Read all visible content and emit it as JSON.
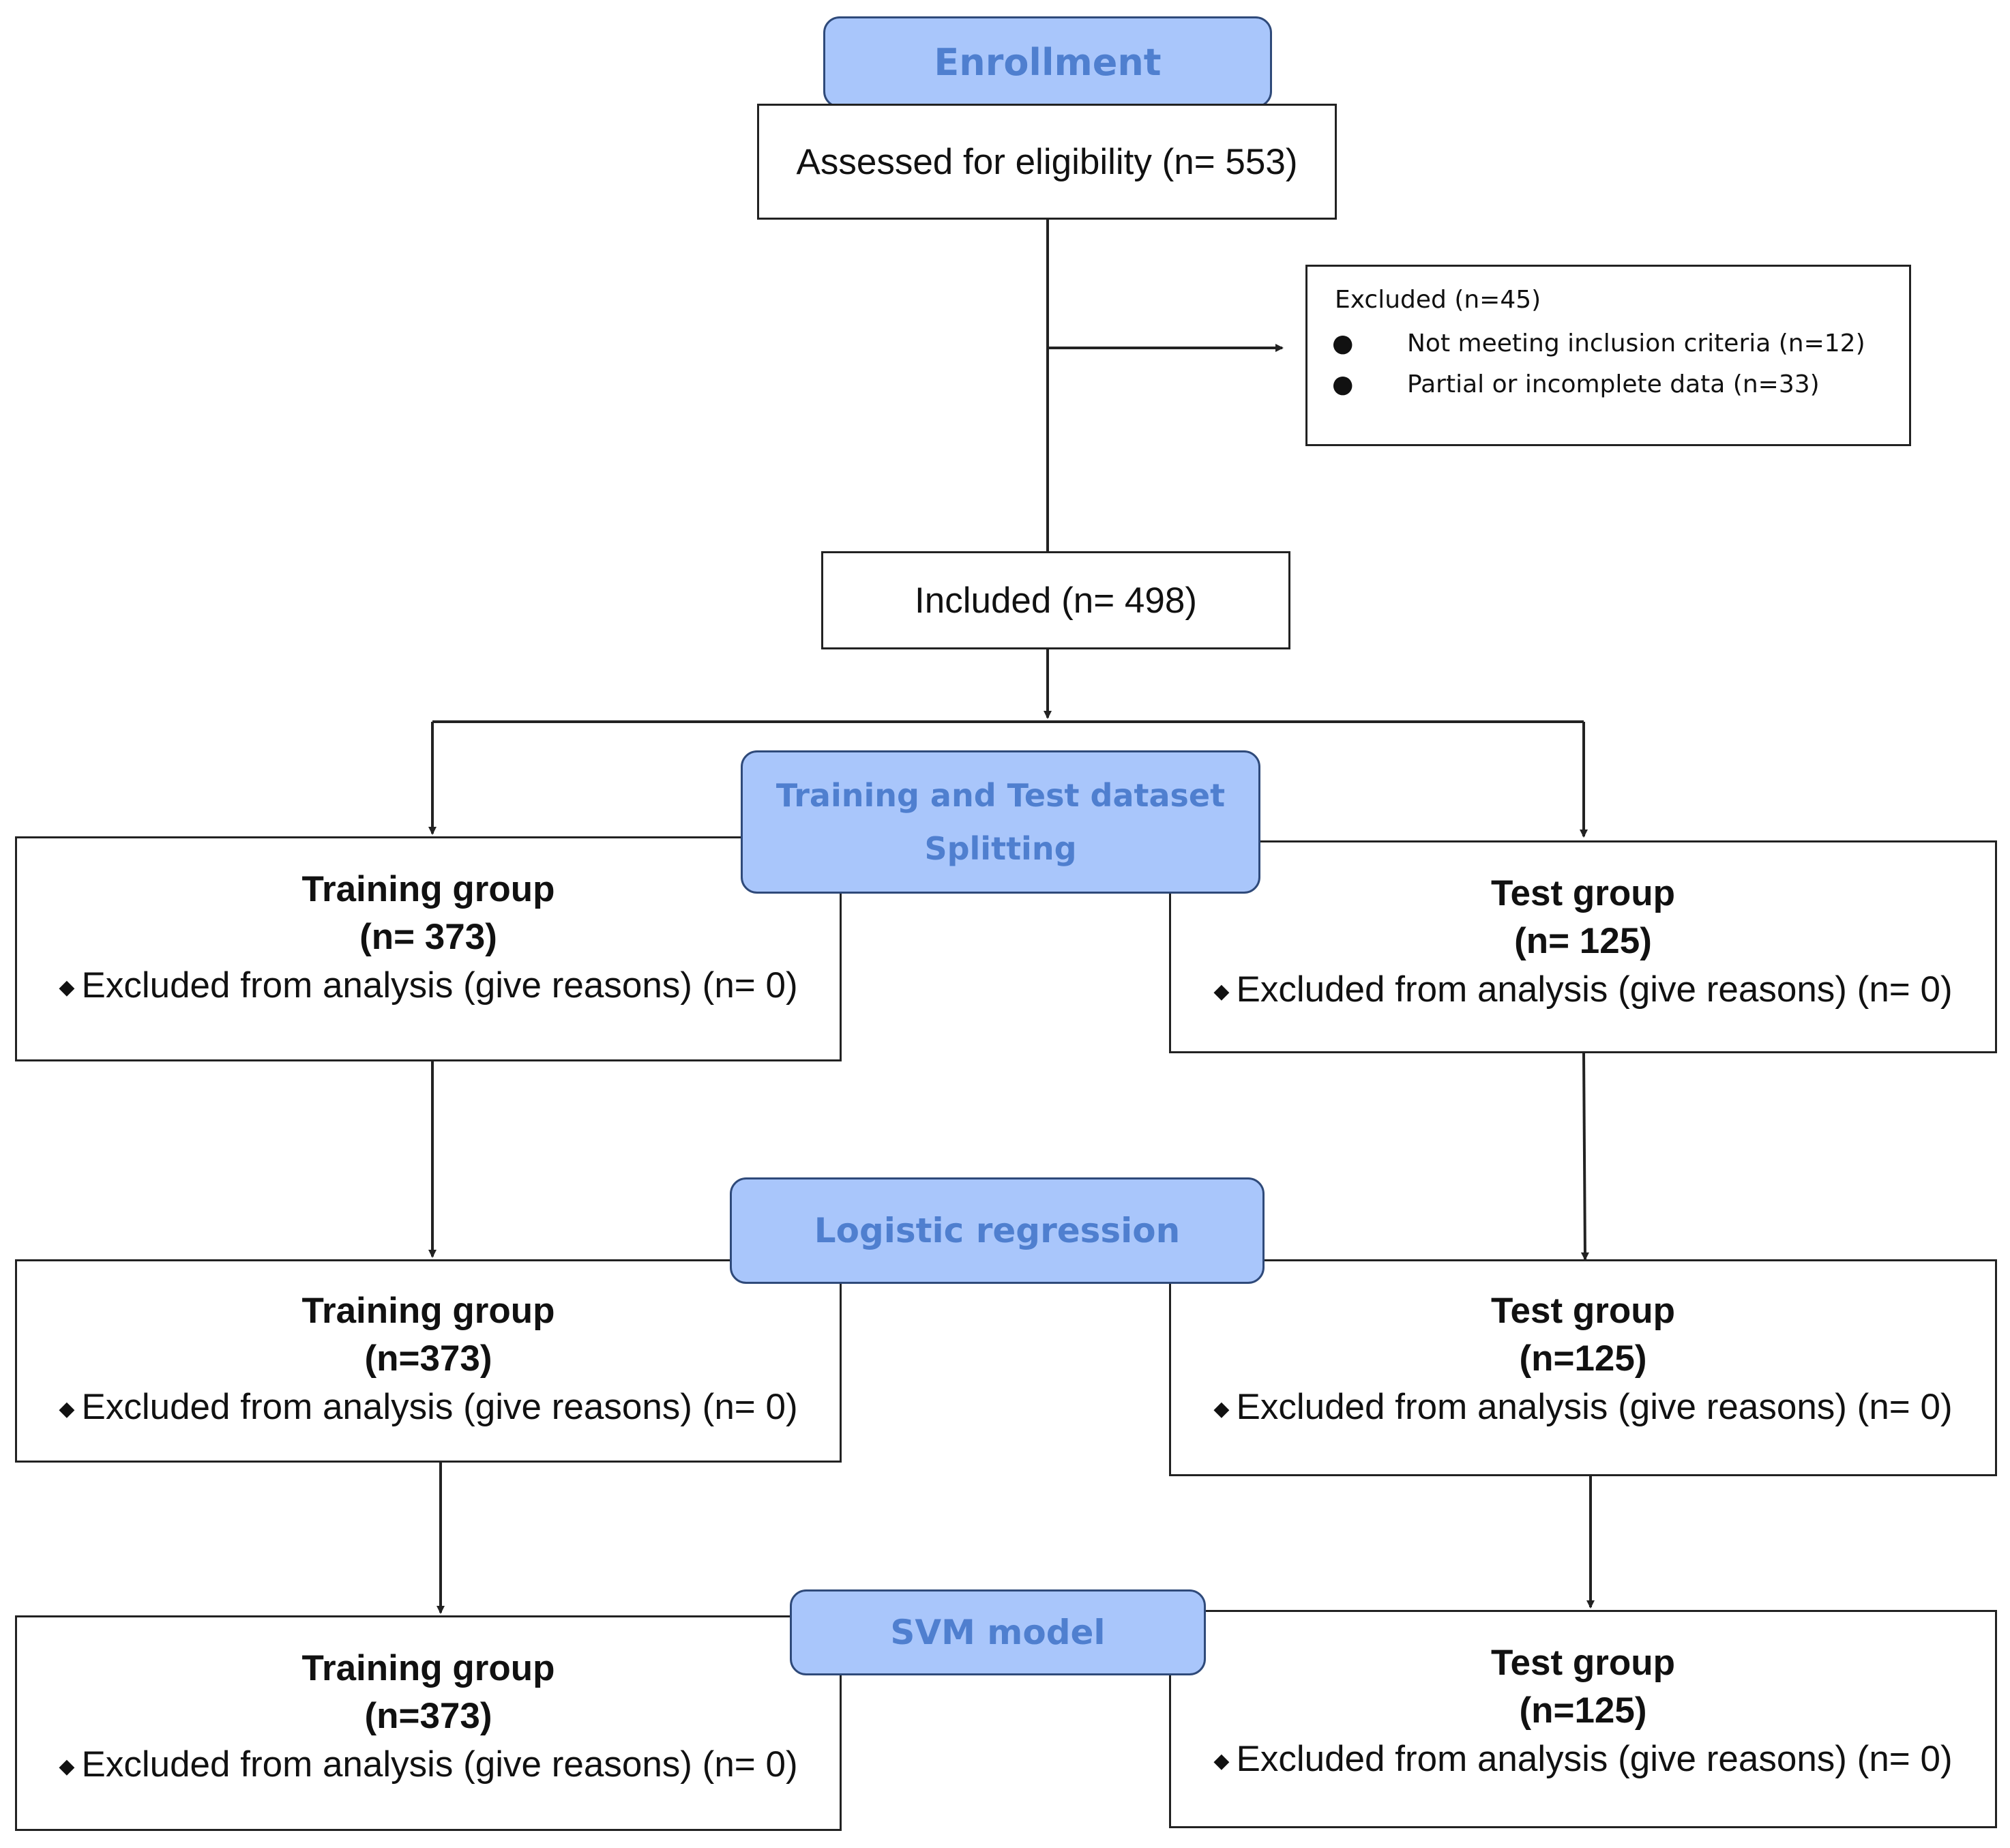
{
  "phases": {
    "enrollment": "Enrollment",
    "split": "Training and Test dataset Splitting",
    "logistic": "Logistic regression",
    "svm": "SVM model"
  },
  "assessed": "Assessed for eligibility (n= 553)",
  "excluded": {
    "title": "Excluded (n=45)",
    "items": [
      "Not meeting inclusion criteria (n=12)",
      "Partial or incomplete data (n=33)"
    ]
  },
  "included": "Included (n= 498)",
  "split_groups": {
    "training": {
      "title": "Training group",
      "count": "(n= 373)",
      "exclusion": "Excluded from analysis (give reasons) (n= 0)"
    },
    "test": {
      "title": "Test group",
      "count": "(n= 125)",
      "exclusion": "Excluded from analysis (give reasons) (n= 0)"
    }
  },
  "logistic_groups": {
    "training": {
      "title": "Training group",
      "count": "(n=373)",
      "exclusion": "Excluded from analysis (give reasons) (n= 0)"
    },
    "test": {
      "title": "Test group",
      "count": "(n=125)",
      "exclusion": "Excluded from analysis (give reasons) (n= 0)"
    }
  },
  "svm_groups": {
    "training": {
      "title": "Training group",
      "count": "(n=373)",
      "exclusion": "Excluded from analysis (give reasons) (n= 0)"
    },
    "test": {
      "title": "Test group",
      "count": "(n=125)",
      "exclusion": "Excluded from analysis (give reasons) (n= 0)"
    }
  },
  "colors": {
    "phase_fill": "#a9c6fb",
    "phase_text": "#4f7fcf",
    "line": "#222222"
  }
}
